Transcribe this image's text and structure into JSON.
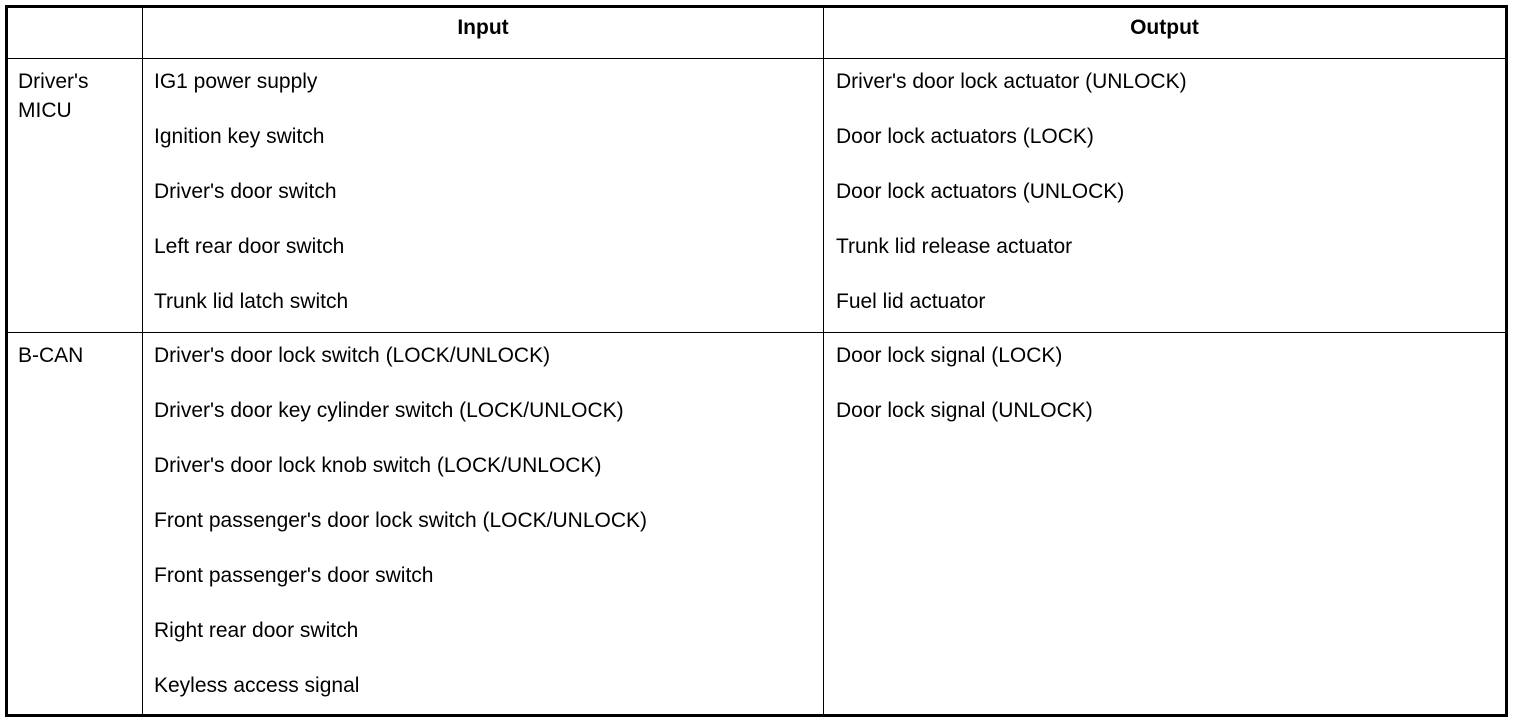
{
  "header": {
    "input": "Input",
    "output": "Output"
  },
  "rows": [
    {
      "label": [
        "Driver's",
        "MICU"
      ],
      "inputs": [
        "IG1 power supply",
        "Ignition key switch",
        "Driver's door switch",
        "Left rear door switch",
        "Trunk lid latch switch"
      ],
      "outputs": [
        "Driver's door lock actuator (UNLOCK)",
        "Door lock actuators (LOCK)",
        "Door lock actuators (UNLOCK)",
        "Trunk lid release actuator",
        "Fuel lid actuator"
      ]
    },
    {
      "label": [
        "B-CAN"
      ],
      "inputs": [
        "Driver's door lock switch (LOCK/UNLOCK)",
        "Driver's door key cylinder switch (LOCK/UNLOCK)",
        "Driver's door lock knob switch (LOCK/UNLOCK)",
        "Front passenger's door lock switch (LOCK/UNLOCK)",
        "Front passenger's door switch",
        "Right rear door switch",
        "Keyless access signal"
      ],
      "outputs": [
        "Door lock signal (LOCK)",
        "Door lock signal (UNLOCK)"
      ]
    }
  ]
}
